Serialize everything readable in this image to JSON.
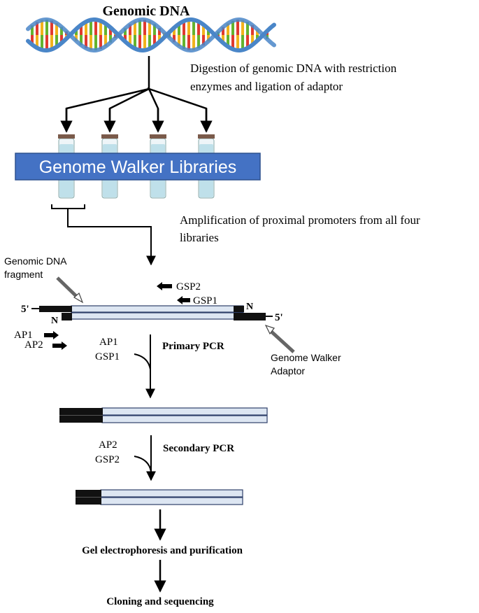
{
  "title": "Genomic DNA",
  "steps": {
    "digestion_line1": "Digestion of genomic DNA with restriction",
    "digestion_line2": "enzymes and ligation of adaptor",
    "amplification_line1": "Amplification of proximal promoters from all four",
    "amplification_line2": "libraries"
  },
  "libraries_banner": "Genome Walker Libraries",
  "labels": {
    "genomic_fragment_line1": "Genomic DNA",
    "genomic_fragment_line2": "fragment",
    "gsp2": "GSP2",
    "gsp1": "GSP1",
    "five_prime_left": "5'",
    "five_prime_right": "5'",
    "n_left": "N",
    "n_right": "N",
    "ap1": "AP1",
    "ap2": "AP2",
    "adaptor_line1": "Genome Walker",
    "adaptor_line2": "Adaptor"
  },
  "pcr": {
    "primary_primer1": "AP1",
    "primary_primer2": "GSP1",
    "primary_label": "Primary PCR",
    "secondary_primer1": "AP2",
    "secondary_primer2": "GSP2",
    "secondary_label": "Secondary PCR"
  },
  "final_steps": {
    "gel": "Gel electrophoresis and purification",
    "cloning": "Cloning and sequencing"
  },
  "colors": {
    "helix_strand": "#4a86c8",
    "banner_fill": "#4472c4",
    "banner_stroke": "#2f528f",
    "tube_liquid": "#bfe0ea",
    "tube_cap": "#7a5a4a",
    "strand_fill": "#dde6f2",
    "adaptor_fill": "#111111",
    "base_pair_colors": [
      "#e03a2f",
      "#f2b21c",
      "#64b32e",
      "#e03a2f",
      "#f2b21c",
      "#64b32e"
    ]
  }
}
